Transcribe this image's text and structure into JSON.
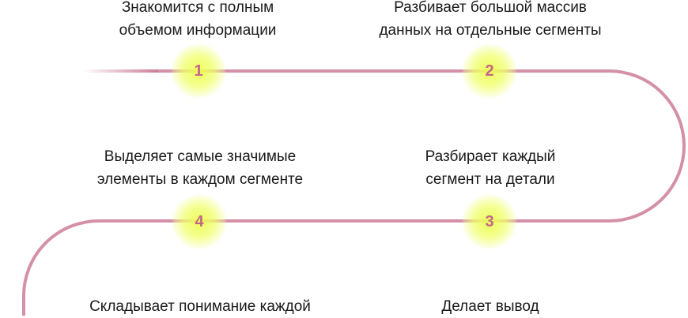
{
  "colors": {
    "track": "#cc7c97",
    "glow": "#ecff50",
    "number": "#c4668a"
  },
  "steps": [
    {
      "number": "1",
      "lines": [
        "Знакомится с полным",
        "объемом информации"
      ]
    },
    {
      "number": "2",
      "lines": [
        "Разбивает большой массив",
        "данных на отдельные сегменты"
      ]
    },
    {
      "number": "3",
      "lines": [
        "Разбирает каждый",
        "сегмент на детали"
      ]
    },
    {
      "number": "4",
      "lines": [
        "Выделяет самые значимые",
        "элементы в каждом сегменте"
      ]
    },
    {
      "number": "",
      "lines": [
        "Складывает понимание каждой"
      ]
    },
    {
      "number": "",
      "lines": [
        "Делает вывод"
      ]
    }
  ]
}
